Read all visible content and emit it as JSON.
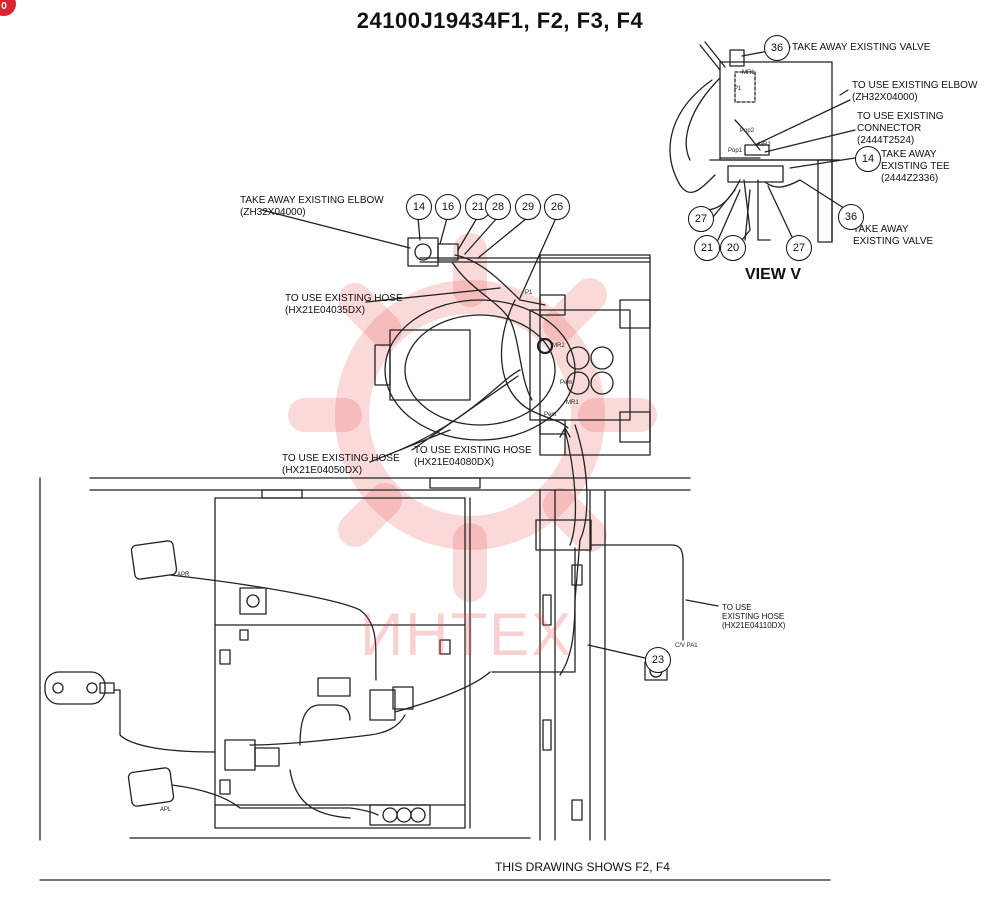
{
  "title": "24100J19434F1, F2, F3, F4",
  "badge": "0",
  "watermark_text": "ИНТЕХ",
  "footer_note": "THIS DRAWING SHOWS F2, F4",
  "view_label": "VIEW  V",
  "colors": {
    "line": "#222222",
    "watermark": "#e64646"
  },
  "notes": {
    "take_away_elbow": [
      "TAKE AWAY EXISTING ELBOW",
      "(ZH32X04000)"
    ],
    "hose_35": [
      "TO USE EXISTING HOSE",
      "(HX21E04035DX)"
    ],
    "hose_50": [
      "TO USE EXISTING HOSE",
      "(HX21E04050DX)"
    ],
    "hose_80": [
      "TO USE EXISTING HOSE",
      "(HX21E04080DX)"
    ],
    "hose_110": [
      "TO USE",
      "EXISTING HOSE",
      "(HX21E04110DX)"
    ],
    "take_away_valve_top": "TAKE AWAY EXISTING VALVE",
    "use_elbow": [
      "TO USE EXISTING ELBOW",
      "(ZH32X04000)"
    ],
    "use_connector": [
      "TO USE EXISTING",
      "CONNECTOR",
      "(2444T2524)"
    ],
    "take_away_tee": [
      "TAKE AWAY",
      "EXISTING TEE",
      "(2444Z2336)"
    ],
    "take_away_valve_bottom": [
      "TAKE AWAY",
      "EXISTING VALVE"
    ]
  },
  "small_labels": {
    "apr": "APR",
    "apl": "APL",
    "cv_pa1": "C/V  PA1",
    "mr1_view": "MR1",
    "p1_view": "P1",
    "pop2_view": "Pop2",
    "pop1_view": "Pop1",
    "mr2_view": "MR2",
    "mr2_main": "MR2",
    "pem_main": "Pem",
    "mr1_main": "MR1",
    "pem2_main": "Pem",
    "p1_main": "P1"
  },
  "balloons": {
    "b14_main": "14",
    "b16": "16",
    "b21_main": "21",
    "b28": "28",
    "b29": "29",
    "b26": "26",
    "b23": "23",
    "b36_top": "36",
    "b14_view": "14",
    "b36_view": "36",
    "b27_left": "27",
    "b21_view": "21",
    "b20": "20",
    "b27_right": "27"
  }
}
